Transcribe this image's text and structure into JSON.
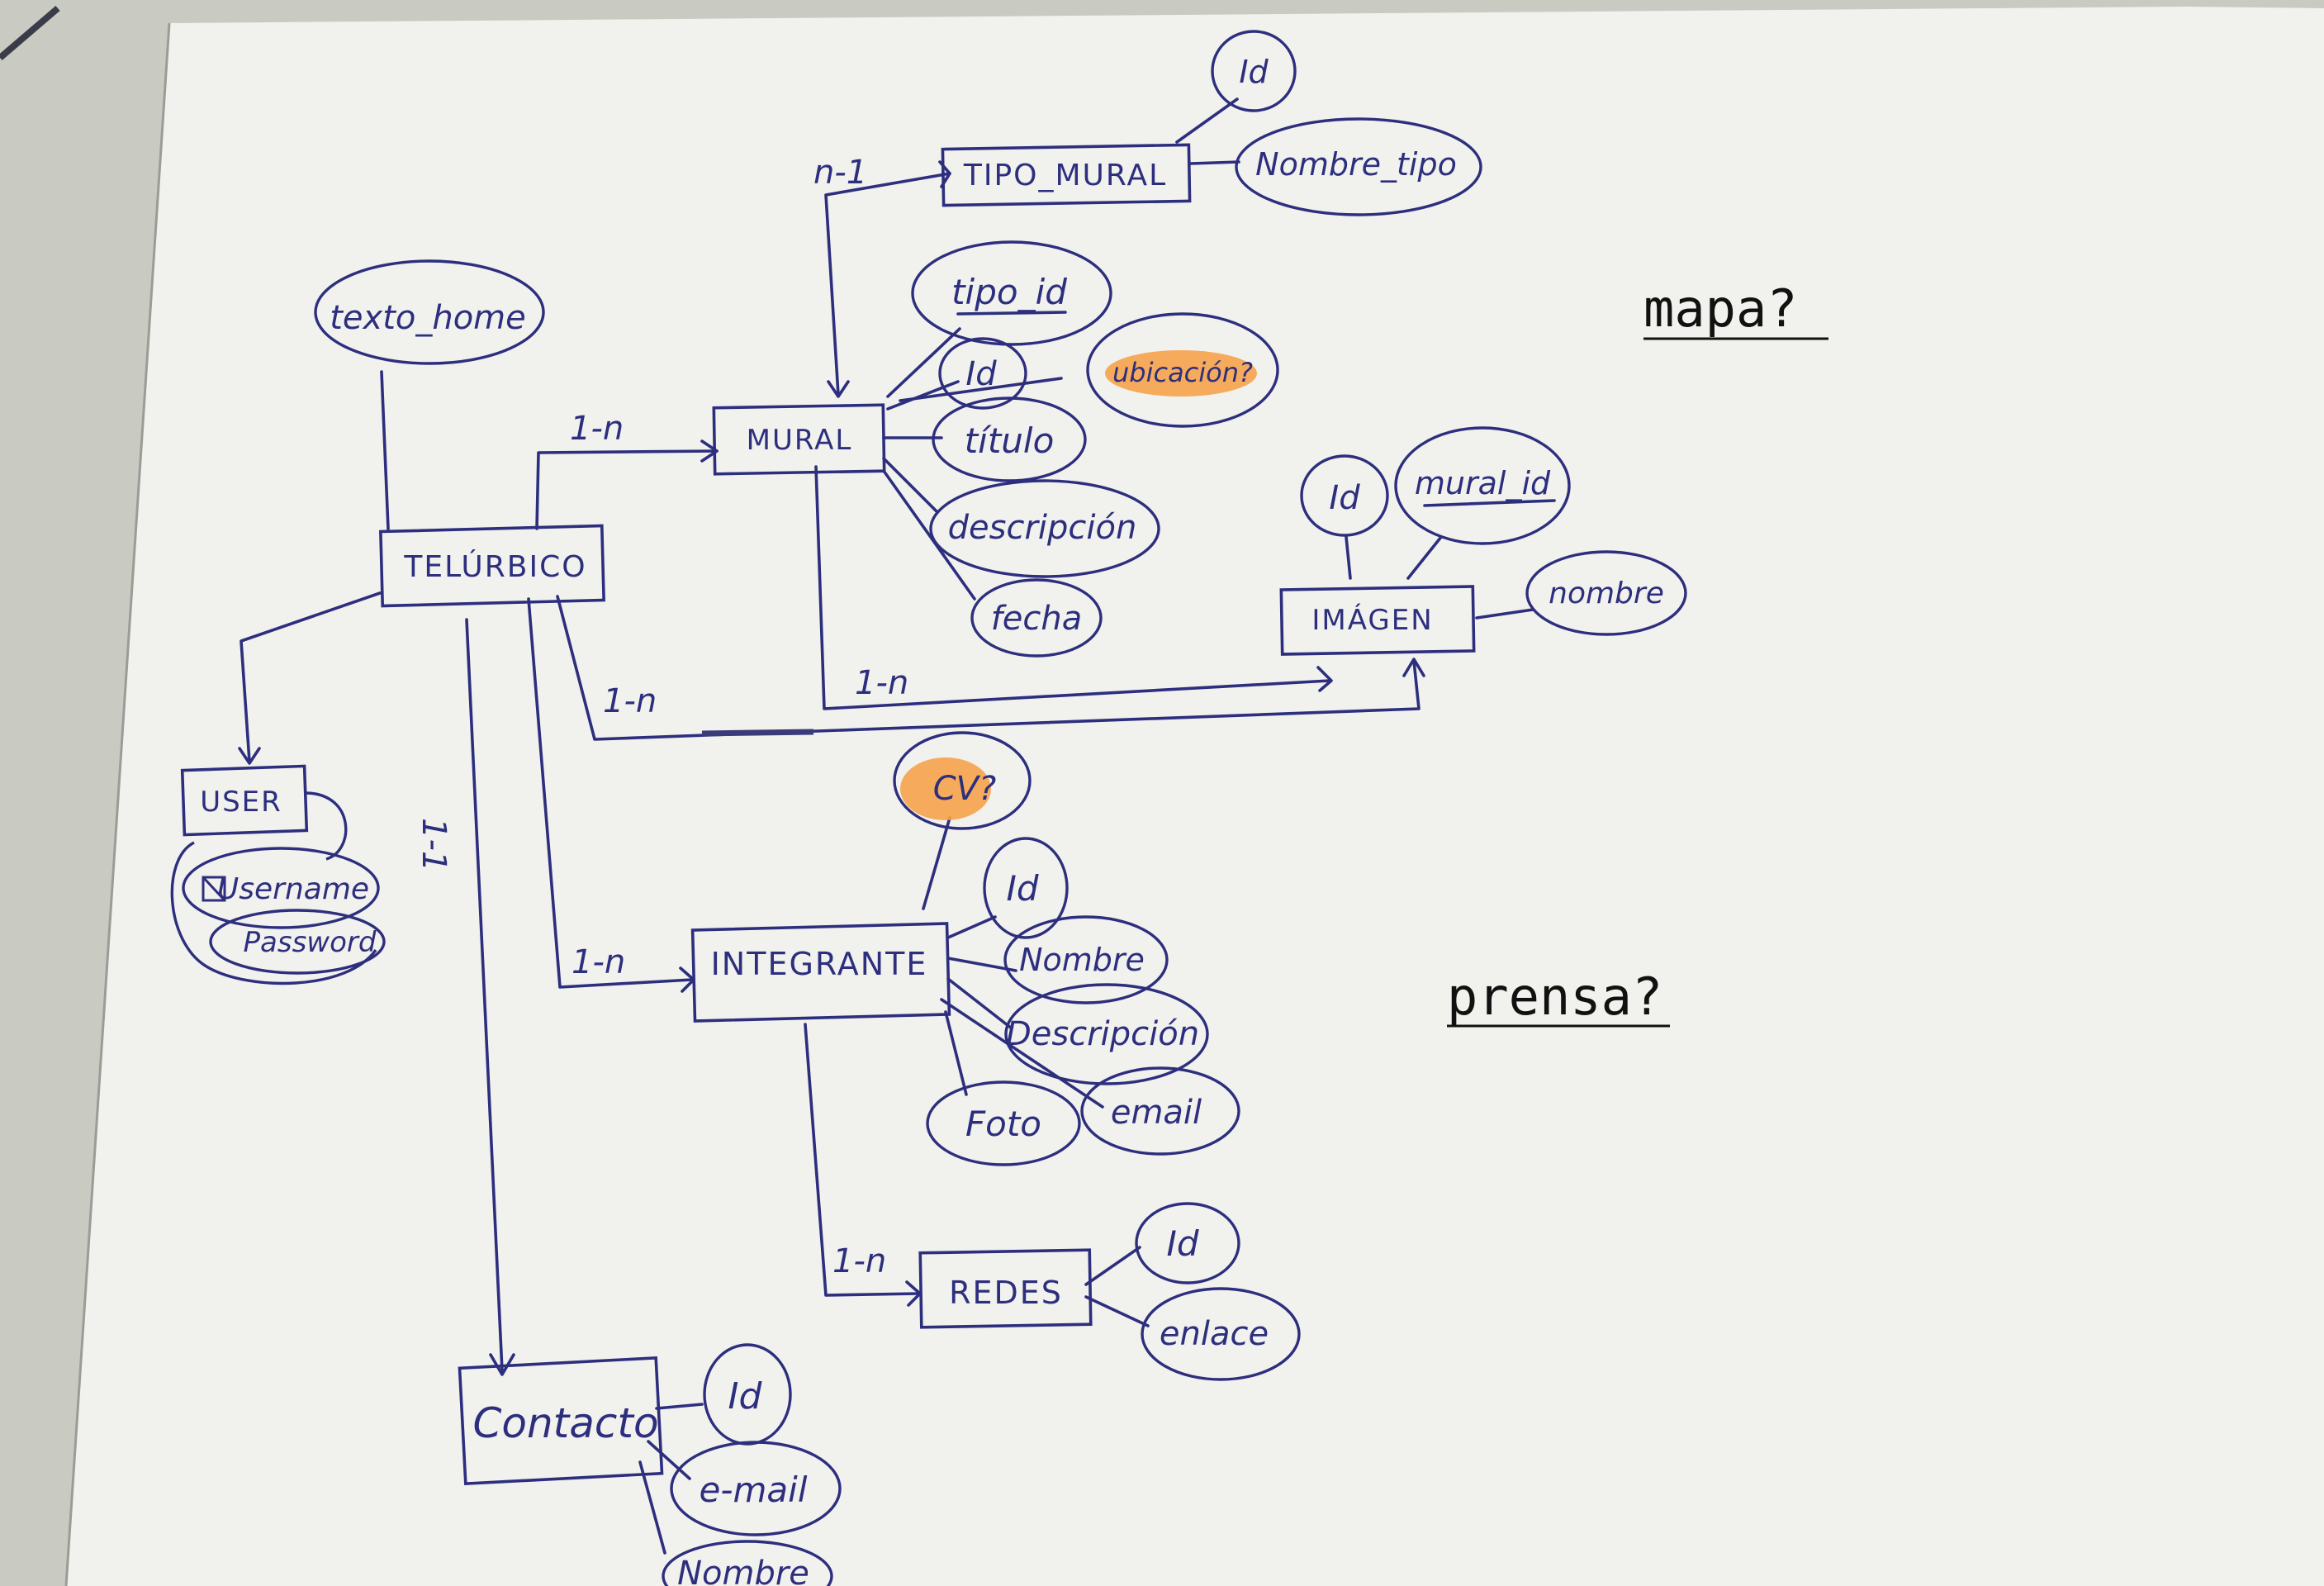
{
  "entities": {
    "tipo_mural": "TIPO_MURAL",
    "mural": "MURAL",
    "telurbico": "TELÚRBICO",
    "imagen": "IMÁGEN",
    "user": "USER",
    "integrante": "INTEGRANTE",
    "redes": "REDES",
    "contacto": "Contacto"
  },
  "attributes": {
    "tipo_mural_id": "Id",
    "nombre_tipo": "Nombre_tipo",
    "texto_home": "texto_home",
    "mural_tipo_id": "tipo_id",
    "mural_id": "Id",
    "ubicacion": "ubicación?",
    "titulo": "título",
    "descripcion": "descripción",
    "fecha": "fecha",
    "imagen_id": "Id",
    "imagen_mural_id": "mural_id",
    "imagen_nombre": "nombre",
    "username": "Username",
    "password": "Password",
    "cv": "CV?",
    "integrante_id": "Id",
    "integrante_nombre": "Nombre",
    "integrante_descripcion": "Descripción",
    "integrante_email": "email",
    "foto": "Foto",
    "redes_id": "Id",
    "enlace": "enlace",
    "contacto_id": "Id",
    "contacto_email": "e-mail",
    "contacto_nombre": "Nombre"
  },
  "cardinalities": {
    "mural_tipo": "n-1",
    "telurbico_mural": "1-n",
    "telurbico_imagen": "1-n",
    "mural_imagen": "1-n",
    "telurbico_contacto": "1-1",
    "telurbico_integrante": "1-n",
    "integrante_redes": "1-n"
  },
  "notes": {
    "mapa": "mapa?",
    "prensa": "prensa?"
  },
  "colors": {
    "ink": "#2d2f7e",
    "highlight": "#f6a24a",
    "paper": "#f1f1ed",
    "background": "#c9cbc3"
  }
}
